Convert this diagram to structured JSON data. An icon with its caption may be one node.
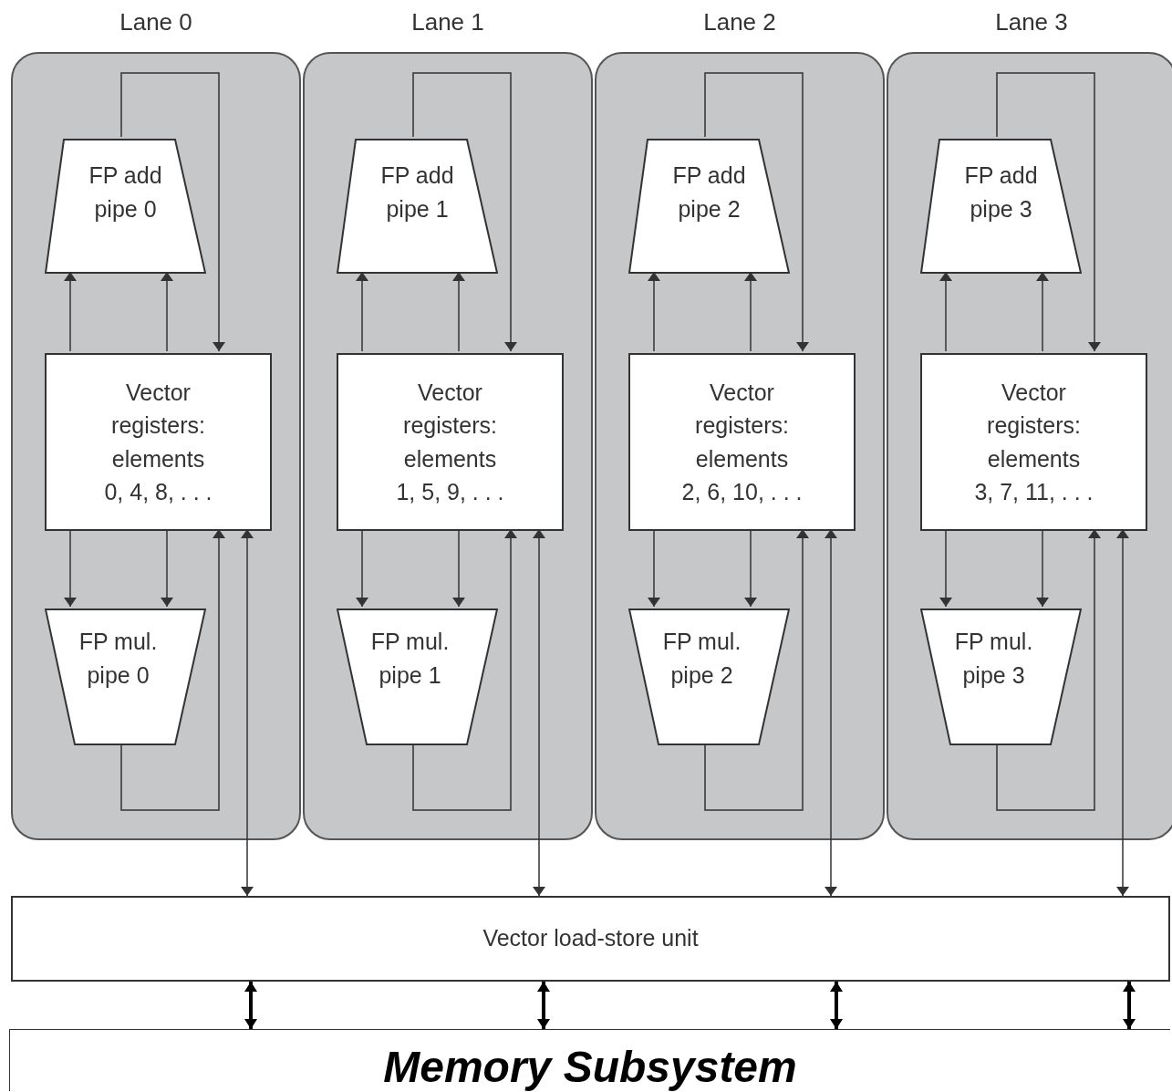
{
  "diagram": {
    "nodes": [
      {
        "text": [
          "Lane 0"
        ]
      },
      {
        "text": [
          "FP add pipe 0"
        ],
        "in": 0
      },
      {
        "text": [
          "Vector registers: elements",
          "0, 4, 8, . . ."
        ],
        "in": 0
      },
      {
        "text": [
          "FP mul. pipe 0"
        ],
        "in": 0
      },
      {
        "text": [
          "Lane 1"
        ]
      },
      {
        "text": [
          "FP add pipe 1"
        ],
        "in": 4
      },
      {
        "text": [
          "Vector registers: elements",
          "1, 5, 9, . . ."
        ],
        "in": 4
      },
      {
        "text": [
          "FP mul. pipe 1"
        ],
        "in": 4
      },
      {
        "text": [
          "Lane 2"
        ]
      },
      {
        "text": [
          "FP add pipe 2"
        ],
        "in": 8
      },
      {
        "text": [
          "Vector registers: elements",
          "2, 6, 10, . . ."
        ],
        "in": 8
      },
      {
        "text": [
          "FP mul. pipe 2"
        ],
        "in": 8
      },
      {
        "text": [
          "Lane 3"
        ]
      },
      {
        "text": [
          "FP add pipe 3"
        ],
        "in": 12
      },
      {
        "text": [
          "Vector registers: elements",
          "3, 7, 11, . . ."
        ],
        "in": 12
      },
      {
        "text": [
          "FP mul. pipe 3"
        ],
        "in": 12
      },
      {
        "text": [
          "Vector load-store unit"
        ]
      },
      {
        "text": [
          "Memory Subsystem"
        ]
      }
    ],
    "edges": [
      {
        "from": 2,
        "to": 1,
        "arrow": "to"
      },
      {
        "from": 2,
        "to": 1,
        "arrow": "to"
      },
      {
        "from": 1,
        "to": 2,
        "arrow": "to"
      },
      {
        "from": 2,
        "to": 3,
        "arrow": "to"
      },
      {
        "from": 2,
        "to": 3,
        "arrow": "to"
      },
      {
        "from": 3,
        "to": 2,
        "arrow": "to"
      },
      {
        "from": 2,
        "to": 16,
        "arrow": "both"
      },
      {
        "from": 6,
        "to": 5,
        "arrow": "to"
      },
      {
        "from": 6,
        "to": 5,
        "arrow": "to"
      },
      {
        "from": 5,
        "to": 6,
        "arrow": "to"
      },
      {
        "from": 6,
        "to": 7,
        "arrow": "to"
      },
      {
        "from": 6,
        "to": 7,
        "arrow": "to"
      },
      {
        "from": 7,
        "to": 6,
        "arrow": "to"
      },
      {
        "from": 6,
        "to": 16,
        "arrow": "both"
      },
      {
        "from": 10,
        "to": 9,
        "arrow": "to"
      },
      {
        "from": 10,
        "to": 9,
        "arrow": "to"
      },
      {
        "from": 9,
        "to": 10,
        "arrow": "to"
      },
      {
        "from": 10,
        "to": 11,
        "arrow": "to"
      },
      {
        "from": 10,
        "to": 11,
        "arrow": "to"
      },
      {
        "from": 11,
        "to": 10,
        "arrow": "to"
      },
      {
        "from": 10,
        "to": 16,
        "arrow": "both"
      },
      {
        "from": 14,
        "to": 13,
        "arrow": "to"
      },
      {
        "from": 14,
        "to": 13,
        "arrow": "to"
      },
      {
        "from": 13,
        "to": 14,
        "arrow": "to"
      },
      {
        "from": 14,
        "to": 15,
        "arrow": "to"
      },
      {
        "from": 14,
        "to": 15,
        "arrow": "to"
      },
      {
        "from": 15,
        "to": 14,
        "arrow": "to"
      },
      {
        "from": 14,
        "to": 16,
        "arrow": "both"
      },
      {
        "from": 16,
        "to": 17,
        "arrow": "both",
        "style": "thick",
        "color": "#000000"
      },
      {
        "from": 16,
        "to": 17,
        "arrow": "both",
        "style": "thick",
        "color": "#000000"
      },
      {
        "from": 16,
        "to": 17,
        "arrow": "both",
        "style": "thick",
        "color": "#000000"
      },
      {
        "from": 16,
        "to": 17,
        "arrow": "both",
        "style": "thick",
        "color": "#000000"
      }
    ]
  }
}
